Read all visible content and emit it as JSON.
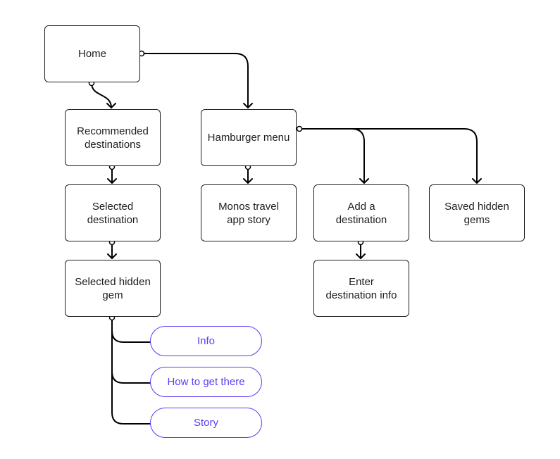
{
  "colors": {
    "line": "#000000",
    "box_border": "#1e1e1e",
    "text": "#1e1e1e",
    "accent": "#5b3df5",
    "background": "#ffffff"
  },
  "nodes": {
    "home": "Home",
    "recommended": "Recommended\ndestinations",
    "selected_destination": "Selected\ndestination",
    "selected_gem": "Selected hidden\ngem",
    "hamburger": "Hamburger menu",
    "monos_story": "Monos travel\napp story",
    "add_destination": "Add a\ndestination",
    "enter_info": "Enter\ndestination info",
    "saved_gems": "Saved hidden\ngems"
  },
  "sub_items": {
    "info": "Info",
    "how_to": "How to get there",
    "story": "Story"
  },
  "edges": [
    {
      "from": "home",
      "to": "recommended"
    },
    {
      "from": "home",
      "to": "hamburger"
    },
    {
      "from": "recommended",
      "to": "selected_destination"
    },
    {
      "from": "selected_destination",
      "to": "selected_gem"
    },
    {
      "from": "hamburger",
      "to": "monos_story"
    },
    {
      "from": "hamburger",
      "to": "add_destination"
    },
    {
      "from": "hamburger",
      "to": "saved_gems"
    },
    {
      "from": "add_destination",
      "to": "enter_info"
    },
    {
      "from": "selected_gem",
      "to": "info"
    },
    {
      "from": "selected_gem",
      "to": "how_to"
    },
    {
      "from": "selected_gem",
      "to": "story"
    }
  ]
}
